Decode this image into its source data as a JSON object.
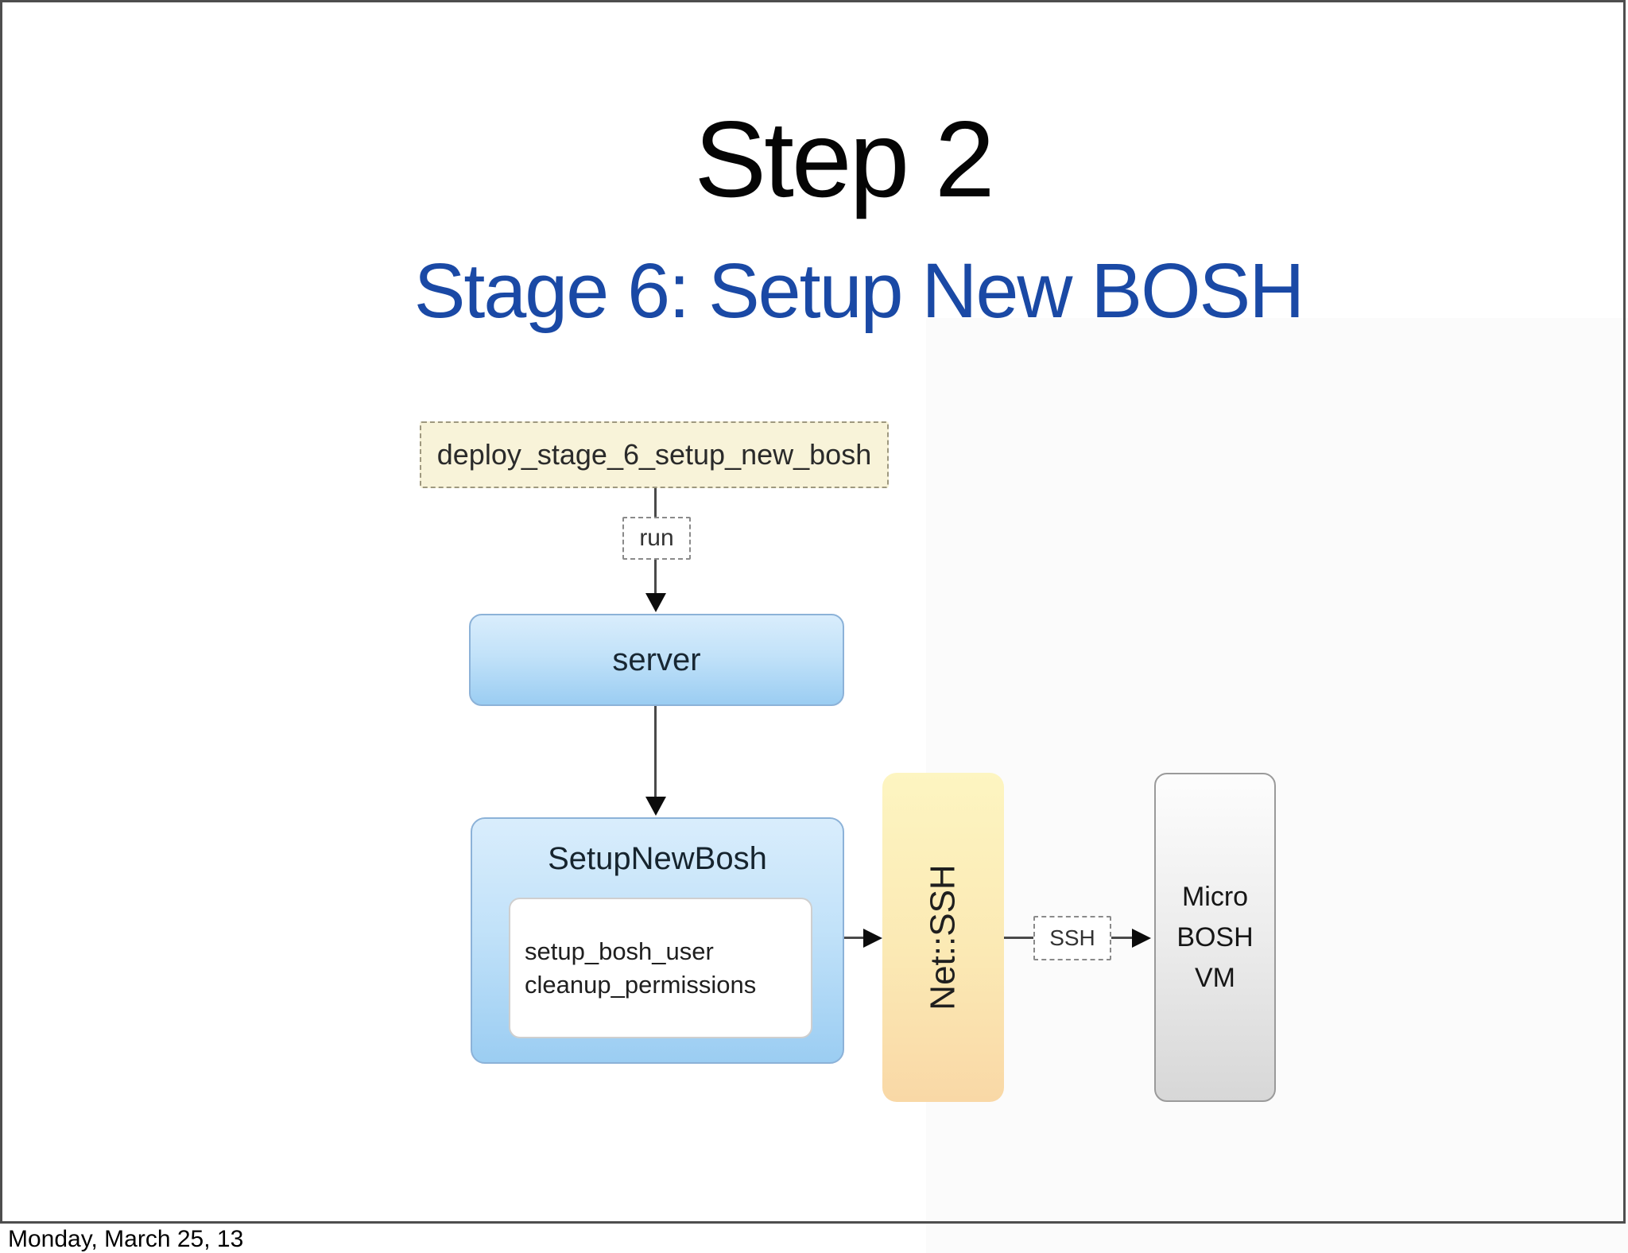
{
  "slide": {
    "title": "Step 2",
    "subtitle": "Stage 6: Setup New BOSH",
    "footer": "Monday, March 25, 13"
  },
  "diagram": {
    "type": "flowchart",
    "nodes": {
      "deploy_task": {
        "label": "deploy_stage_6_setup_new_bosh",
        "style": "dashed-cream"
      },
      "server": {
        "label": "server",
        "style": "blue-gradient"
      },
      "setup_new_bosh": {
        "title": "SetupNewBosh",
        "tasks": [
          "setup_bosh_user",
          "cleanup_permissions"
        ],
        "style": "blue-gradient"
      },
      "net_ssh": {
        "label": "Net::SSH",
        "style": "yellow-gradient",
        "text_rotation": "vertical"
      },
      "micro_bosh_vm": {
        "label": "Micro\nBOSH\nVM",
        "style": "gray-gradient"
      }
    },
    "edge_labels": {
      "run": "run",
      "ssh": "SSH"
    },
    "edges": [
      {
        "from": "deploy_task",
        "to": "server",
        "label": "run",
        "direction": "down"
      },
      {
        "from": "server",
        "to": "setup_new_bosh",
        "direction": "down"
      },
      {
        "from": "setup_new_bosh",
        "to": "net_ssh",
        "direction": "right"
      },
      {
        "from": "net_ssh",
        "to": "micro_bosh_vm",
        "label": "SSH",
        "direction": "right"
      }
    ],
    "colors": {
      "subtitle_blue": "#1a49a5",
      "deploy_fill": "#f8f3d9",
      "blue_node_top": "#d9edfc",
      "blue_node_bottom": "#9bcdf2",
      "blue_node_border": "#8cb2d8",
      "netssh_top": "#fdf5c1",
      "netssh_bottom": "#f9d8a6",
      "vm_top": "#fdfdfd",
      "vm_bottom": "#d7d7d7",
      "frame_border": "#4e4e4e"
    }
  }
}
